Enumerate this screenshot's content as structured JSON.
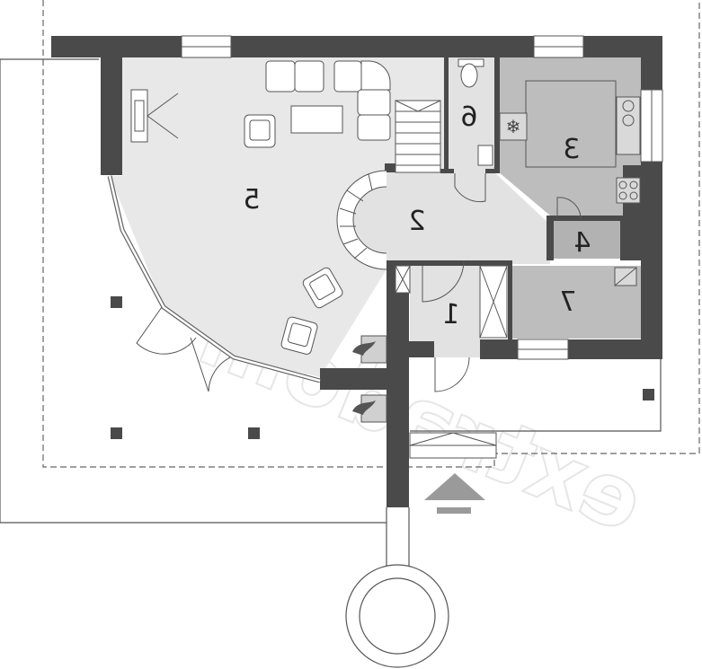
{
  "colors": {
    "wall": "#4a4a4a",
    "floor_light": "#e2e2e2",
    "floor_mid": "#bdbdbd",
    "floor_grey": "#b2b2b2",
    "floor_white": "#ffffff",
    "outline": "#555555",
    "fixture": "#d9d9d9"
  },
  "rooms": [
    {
      "id": "room-1",
      "label": "1"
    },
    {
      "id": "room-2",
      "label": "2"
    },
    {
      "id": "room-3",
      "label": "3"
    },
    {
      "id": "room-4",
      "label": "4"
    },
    {
      "id": "room-5",
      "label": "5"
    },
    {
      "id": "room-6",
      "label": "6"
    },
    {
      "id": "room-7",
      "label": "7"
    }
  ],
  "watermark": "extradom",
  "icons": [
    "entrance-arrow-icon",
    "fireplace-icon",
    "freezer-icon",
    "toilet-icon",
    "sink-icon",
    "stove-icon",
    "armchair-icon",
    "sofa-icon",
    "table-icon",
    "tv-icon",
    "stair-icon"
  ]
}
